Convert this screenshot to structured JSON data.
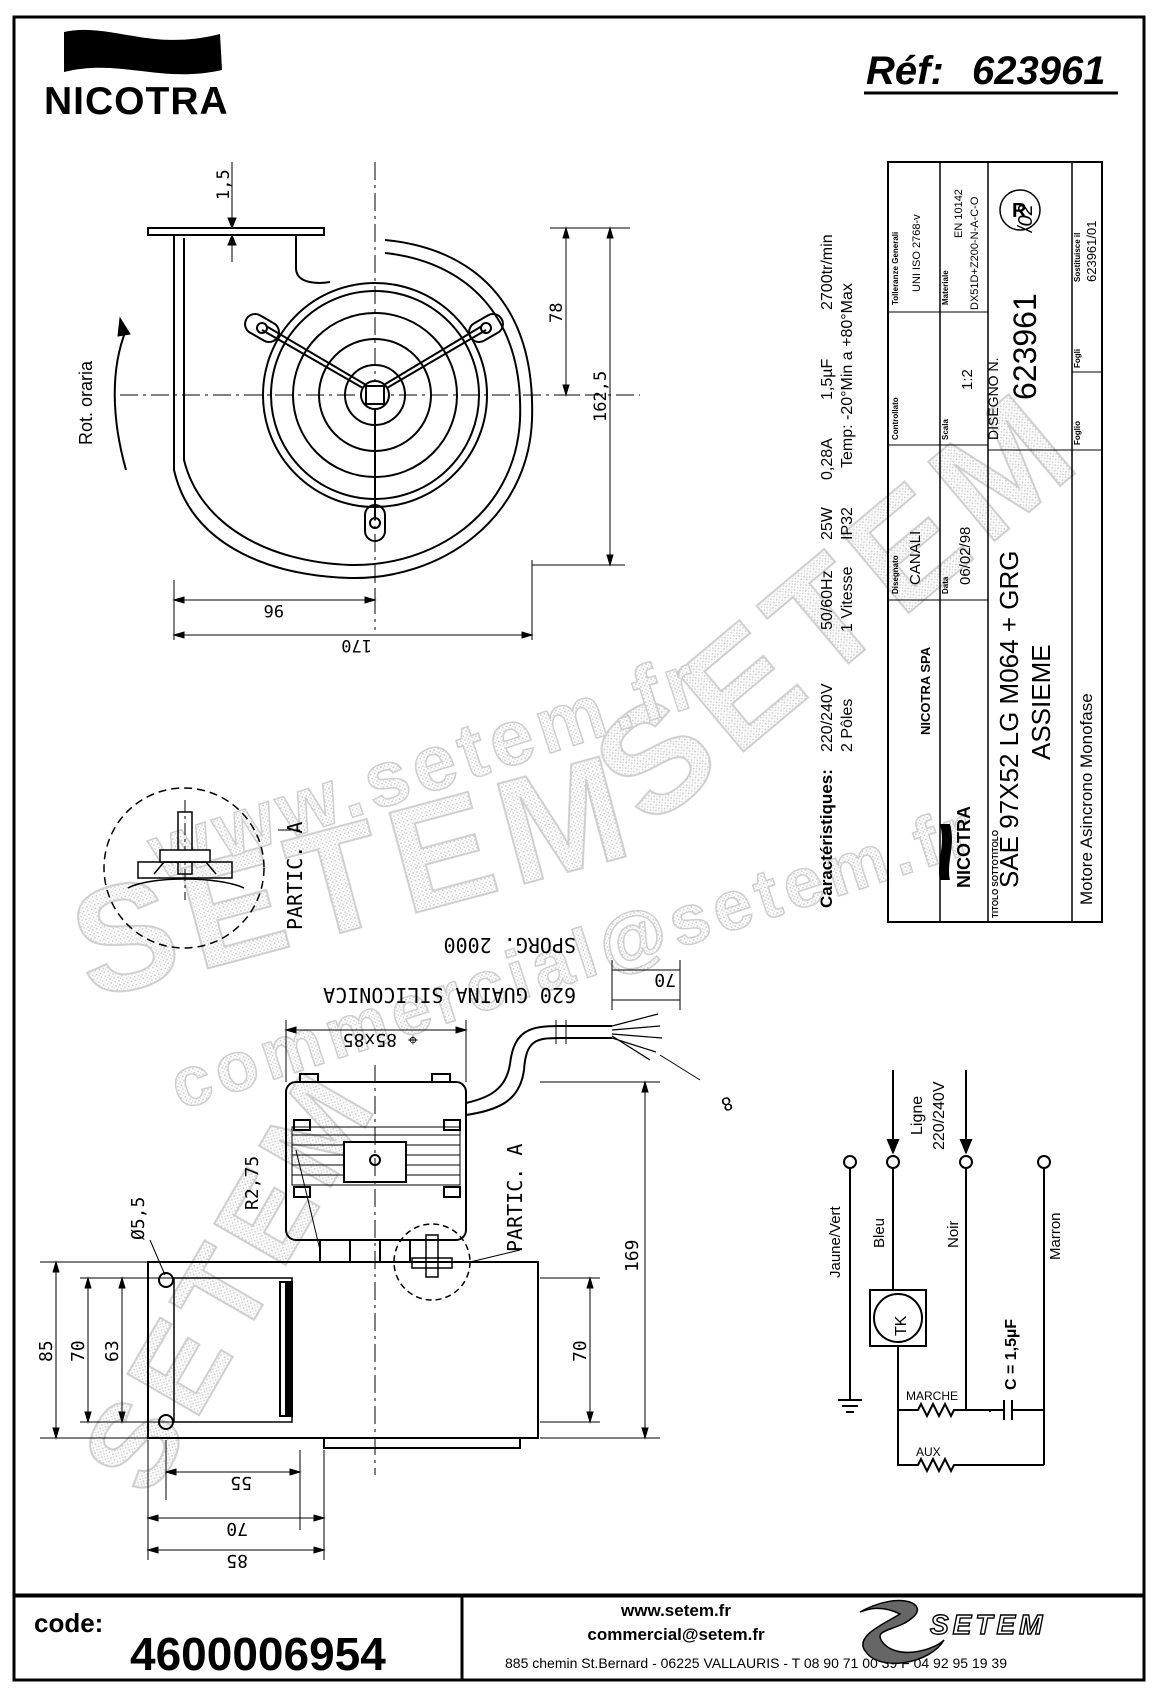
{
  "header": {
    "brand": "NICOTRA",
    "ref_label": "Réf:",
    "ref_value": "623961"
  },
  "front_view": {
    "rotation_label": "Rot. oraria",
    "dim_thickness": "1,5",
    "dim_78": "78",
    "dim_162_5": "162,5",
    "dim_96": "96",
    "dim_170": "170"
  },
  "detail": {
    "label_top": "PARTIC. A",
    "label_side": "PARTIC. A"
  },
  "side_view": {
    "sporg": "SPORG. 2000",
    "guaina": "620 GUAINA SILICONICA",
    "dim_70_cable": "70",
    "dim_85x85": "⌖ 85x85",
    "dim_8": "8",
    "dim_r275": "R2,75",
    "dim_d55": "Ø5,5",
    "dim_169": "169",
    "dim_85_left": "85",
    "dim_70_left": "70",
    "dim_63": "63",
    "dim_70_right": "70",
    "dim_55": "55",
    "dim_70_bottom": "70",
    "dim_85_bottom": "85"
  },
  "specs": {
    "title": "Caractéristiques:",
    "row1": [
      "220/240V",
      "50/60Hz",
      "25W",
      "0,28A",
      "1,5µF",
      "2700tr/min"
    ],
    "row2": [
      "2 Pôles",
      "1 Vitesse",
      "IP32",
      "Temp: -20°Min a +80°Max"
    ]
  },
  "title_block": {
    "nicotra_spa": "NICOTRA SPA",
    "disegnato_label": "Disegnato",
    "disegnato": "CANALI",
    "controllato_label": "Controllato",
    "tolleranze_label": "Tolleranze Generali",
    "tolleranze": "UNI ISO 2768-v",
    "en": "EN 10142",
    "materiale_label": "Materiale",
    "materiale": "DX51D+Z200-N-A-C-O",
    "data_label": "Data",
    "data": "06/02/98",
    "scala_label": "Scala",
    "scala": "1:2",
    "disegno_label": "DISEGNO N.",
    "disegno": "623961",
    "rev": "/02",
    "sostituisce_label": "Sostituisce il",
    "sostituisce": "623961/01",
    "fogli_label": "Fogli",
    "foglio_label": "Foglio",
    "titolo_label": "TITOLO SOTTOTITOLO",
    "titolo": "SAE 97X52 LG M064 + GRG",
    "sottotitolo": "ASSIEME",
    "subtitle": "Motore Asincrono Monofase"
  },
  "wiring": {
    "ligne": "Ligne",
    "voltage": "220/240V",
    "wires": [
      "Jaune/Vert",
      "Bleu",
      "Noir",
      "Marron"
    ],
    "tk": "TK",
    "capacitor": "C = 1,5µF",
    "marche": "MARCHE",
    "aux": "AUX"
  },
  "watermark": {
    "big": "SETEM",
    "url": "www.setem.fr",
    "email": "commercial@setem.fr"
  },
  "footer": {
    "code_label": "code:",
    "code_value": "4600006954",
    "website": "www.setem.fr",
    "email": "commercial@setem.fr",
    "address": "885 chemin St.Bernard  -  06225 VALLAURIS  -  T 08 90 71 00 39   F 04 92 95 19 39",
    "brand": "SETEM"
  }
}
